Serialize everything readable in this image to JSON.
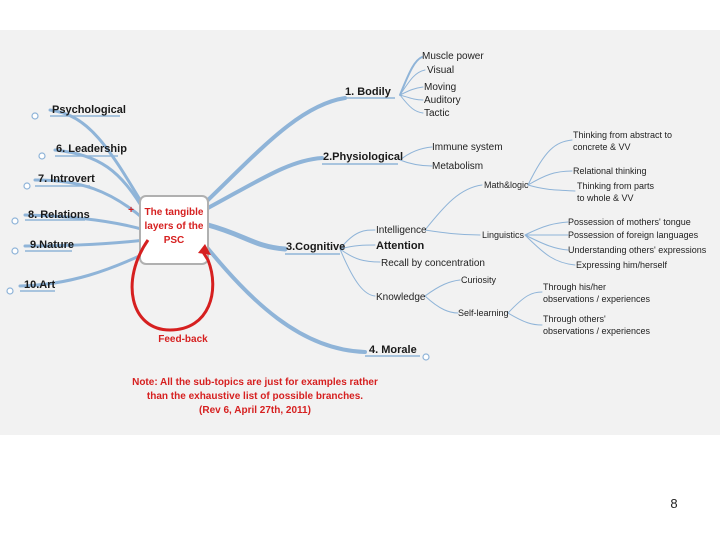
{
  "slide": {
    "page_number": "8"
  },
  "mindmap": {
    "center": [
      "The tangible",
      "layers of the",
      "PSC"
    ],
    "plus_sign": "+",
    "feedback": "Feed-back",
    "note": [
      "Note: All the sub-topics are just for examples rather",
      "than the exhaustive list of possible branches.",
      "(Rev 6, April 27th, 2011)"
    ],
    "left_branches": [
      "Psychological",
      "6. Leadership",
      "7. Introvert",
      "8. Relations",
      "9.Nature",
      "10.Art"
    ],
    "bodily": {
      "label": "1. Bodily",
      "children": [
        "Muscle power",
        "Visual",
        "Moving",
        "Auditory",
        "Tactic"
      ]
    },
    "physiological": {
      "label": "2.Physiological",
      "children": [
        "Immune system",
        "Metabolism"
      ]
    },
    "cognitive": {
      "label": "3.Cognitive",
      "intelligence": "Intelligence",
      "attention": "Attention",
      "recall": "Recall by concentration",
      "knowledge": "Knowledge",
      "math": {
        "label": "Math&logic",
        "items": [
          [
            "Thinking from abstract to",
            "concrete & VV"
          ],
          [
            "Relational thinking"
          ],
          [
            "Thinking from parts",
            "to whole & VV"
          ]
        ]
      },
      "linguistics": {
        "label": "Linguistics",
        "items": [
          "Possession of mothers' tongue",
          "Possession of foreign languages",
          "Understanding others' expressions",
          "Expressing him/herself"
        ]
      },
      "curiosity": "Curiosity",
      "self_learning": {
        "label": "Self-learning",
        "items": [
          [
            "Through his/her",
            "observations / experiences"
          ],
          [
            "Through others'",
            "observations / experiences"
          ]
        ]
      }
    },
    "morale": "4. Morale"
  }
}
